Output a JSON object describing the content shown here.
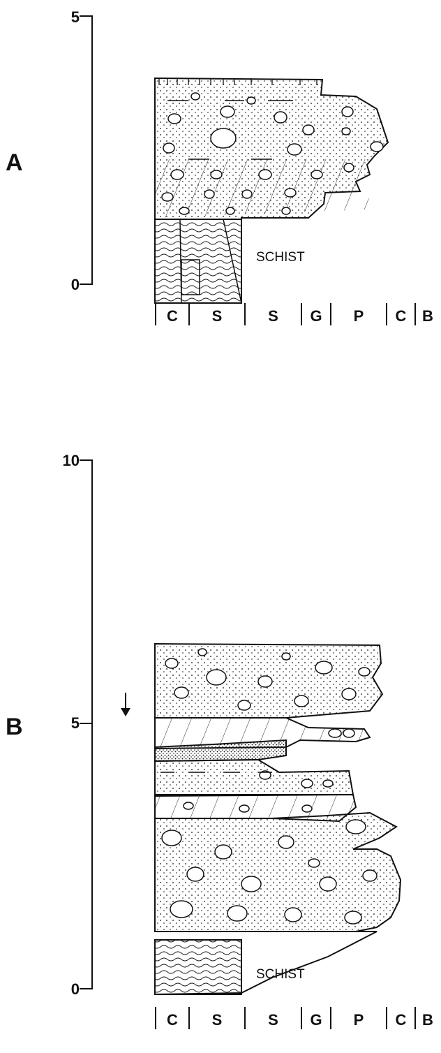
{
  "sections": [
    {
      "panel": "A",
      "scale_top": "5",
      "scale_bottom": "0",
      "basement_label": "SCHIST",
      "grain_columns": [
        "C",
        "S",
        "S",
        "G",
        "P",
        "C",
        "B"
      ]
    },
    {
      "panel": "B",
      "scale_top": "10",
      "scale_mid": "5",
      "scale_bottom": "0",
      "basement_label": "SCHIST",
      "grain_columns": [
        "C",
        "S",
        "S",
        "G",
        "P",
        "C",
        "B"
      ]
    }
  ],
  "colors": {
    "ink": "#111111",
    "paper": "#ffffff"
  }
}
